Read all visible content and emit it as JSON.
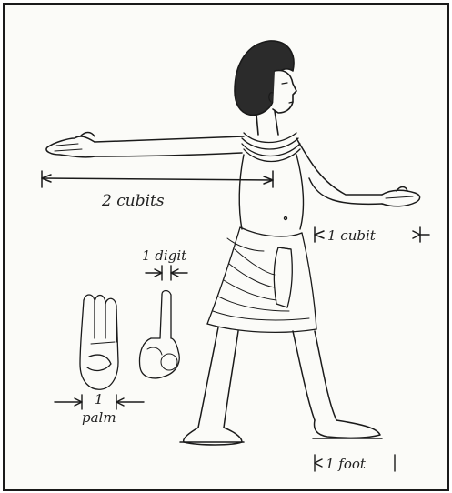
{
  "labels": {
    "two_cubits": "2 cubits",
    "one_cubit": "1 cubit",
    "one_digit": "1 digit",
    "one_palm_number": "1",
    "one_palm_word": "palm",
    "one_foot": "1 foot"
  },
  "colors": {
    "ink": "#1a1a1a",
    "paper": "#fbfbf8",
    "border": "#1a1a1a"
  }
}
